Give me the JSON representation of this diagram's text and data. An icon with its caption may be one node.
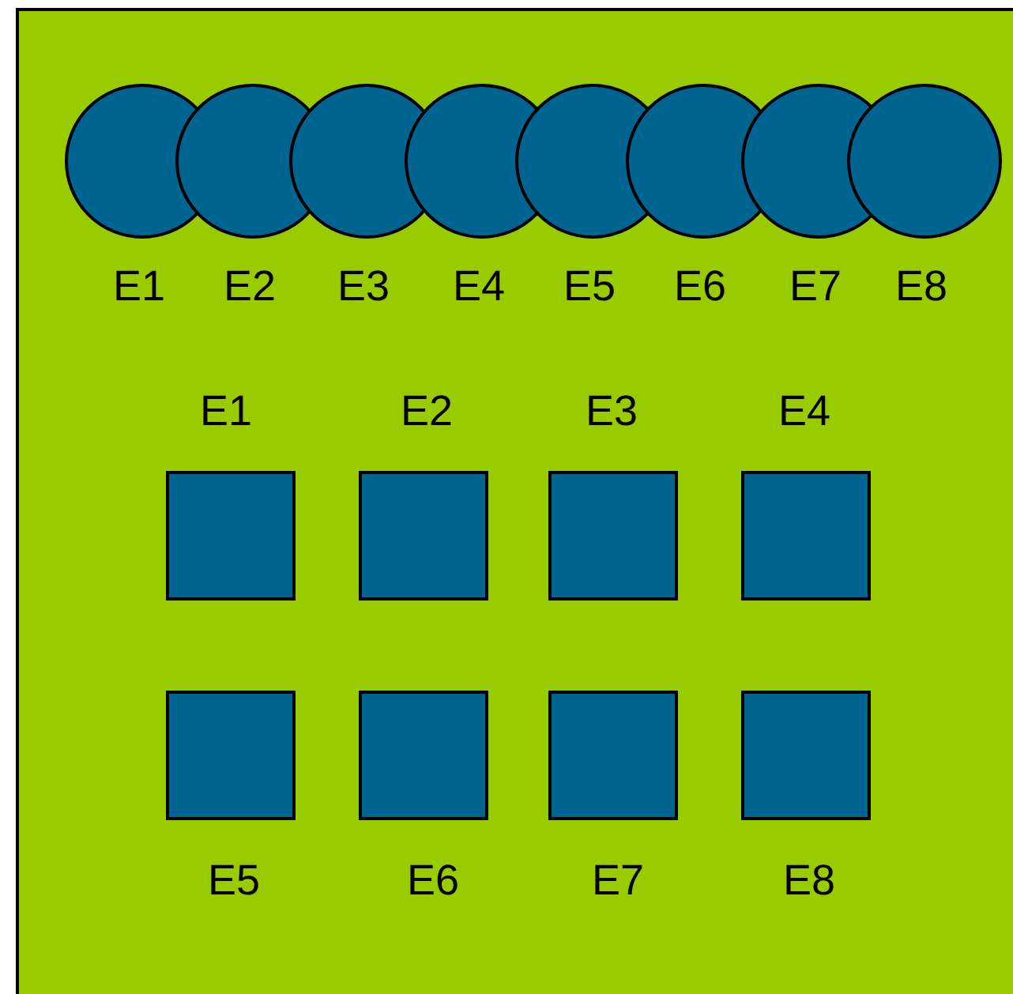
{
  "diagram": {
    "nodes": [
      {
        "text": [
          "E1"
        ]
      },
      {
        "text": [
          "E2"
        ]
      },
      {
        "text": [
          "E3"
        ]
      },
      {
        "text": [
          "E4"
        ]
      },
      {
        "text": [
          "E5"
        ]
      },
      {
        "text": [
          "E6"
        ]
      },
      {
        "text": [
          "E7"
        ]
      },
      {
        "text": [
          "E8"
        ]
      },
      {
        "text": [
          "E1"
        ]
      },
      {
        "text": [
          "E2"
        ]
      },
      {
        "text": [
          "E3"
        ]
      },
      {
        "text": [
          "E4"
        ]
      },
      {
        "text": [
          "E5"
        ]
      },
      {
        "text": [
          "E6"
        ]
      },
      {
        "text": [
          "E7"
        ]
      },
      {
        "text": [
          "E8"
        ]
      }
    ]
  }
}
